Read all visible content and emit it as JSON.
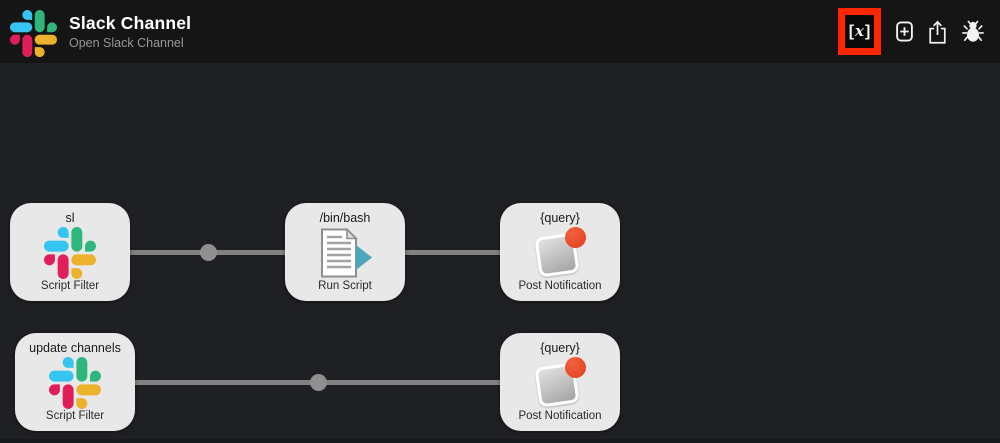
{
  "header": {
    "title": "Slack Channel",
    "subtitle": "Open Slack Channel",
    "logo": "slack-logo",
    "variables_icon": {
      "left": "[",
      "x": "x",
      "right": "]"
    }
  },
  "toolbar": {
    "buttons": [
      {
        "name": "workflow-variables",
        "icon": "brackets-x-icon",
        "highlighted": true
      },
      {
        "name": "add-object",
        "icon": "plus-square-icon",
        "highlighted": false
      },
      {
        "name": "export-share",
        "icon": "share-icon",
        "highlighted": false
      },
      {
        "name": "debug",
        "icon": "bug-icon",
        "highlighted": false
      }
    ],
    "highlight_color": "#ff2600"
  },
  "canvas": {
    "nodes": [
      {
        "title": "sl",
        "type": "Script Filter",
        "icon": "slack-icon",
        "row": 1
      },
      {
        "title": "/bin/bash",
        "type": "Run Script",
        "icon": "run-script-icon",
        "row": 1
      },
      {
        "title": "{query}",
        "type": "Post Notification",
        "icon": "post-notification-icon",
        "row": 1
      },
      {
        "title": "update channels",
        "type": "Script Filter",
        "icon": "slack-icon",
        "row": 2
      },
      {
        "title": "{query}",
        "type": "Post Notification",
        "icon": "post-notification-icon",
        "row": 2
      }
    ],
    "connections": [
      {
        "from": "sl Script Filter",
        "to": "/bin/bash Run Script",
        "midpoint_dot": true
      },
      {
        "from": "/bin/bash Run Script",
        "to": "{query} Post Notification",
        "midpoint_dot": false
      },
      {
        "from": "update channels Script Filter",
        "to": "{query} Post Notification",
        "midpoint_dot": true
      }
    ]
  },
  "colors": {
    "header_bg": "#151515",
    "canvas_bg": "#1f2023",
    "node_bg": "#e8e8e8",
    "connector_gray": "#828282",
    "highlight_red": "#ff2600",
    "notification_badge": "#e8482b",
    "run_script_triangle": "#4da7ba",
    "slack_blue": "#36C5F0",
    "slack_green": "#2EB67D",
    "slack_red": "#E01E5A",
    "slack_yellow": "#ECB22C"
  }
}
